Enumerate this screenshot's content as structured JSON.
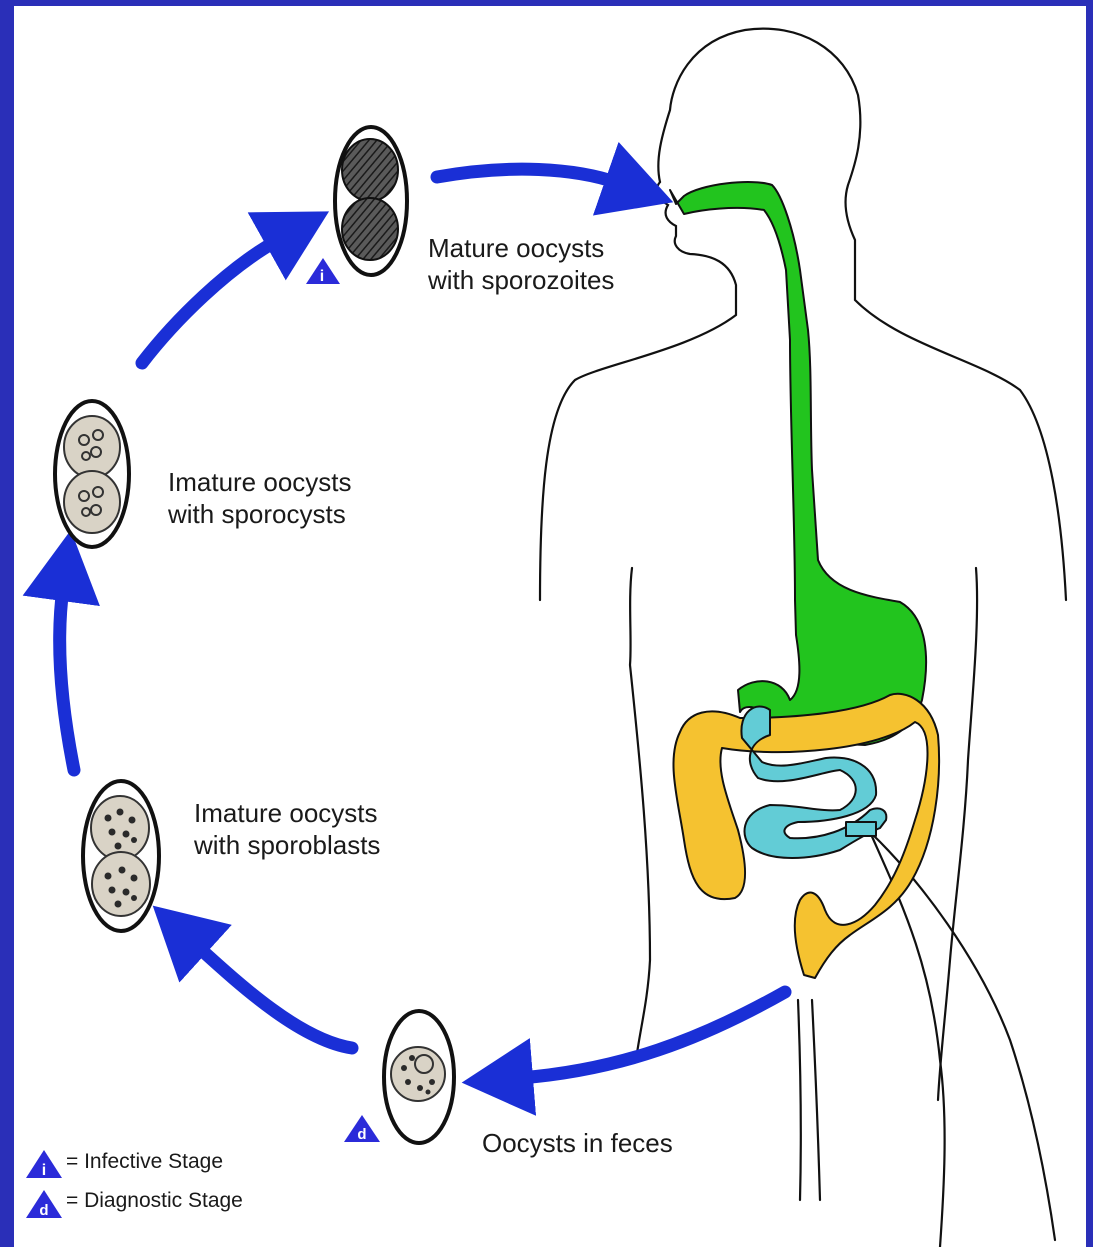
{
  "labels": {
    "mature": [
      "Mature oocysts",
      "with sporozoites"
    ],
    "sporocysts": [
      "Imature oocysts",
      "with sporocysts"
    ],
    "sporoblasts": [
      "Imature oocysts",
      "with sporoblasts"
    ],
    "feces": "Oocysts in feces"
  },
  "markers": {
    "infective": "i",
    "diagnostic": "d"
  },
  "legend": {
    "infective": "= Infective Stage",
    "diagnostic": "= Diagnostic Stage"
  },
  "colors": {
    "background": "#2a2fb8",
    "panel": "#ffffff",
    "arrow": "#1a2fd6",
    "marker": "#2b2bd9",
    "esophagus_stomach": "#22c41e",
    "colon": "#f5c230",
    "small_intestine": "#62ccd6",
    "outline": "#111111"
  }
}
